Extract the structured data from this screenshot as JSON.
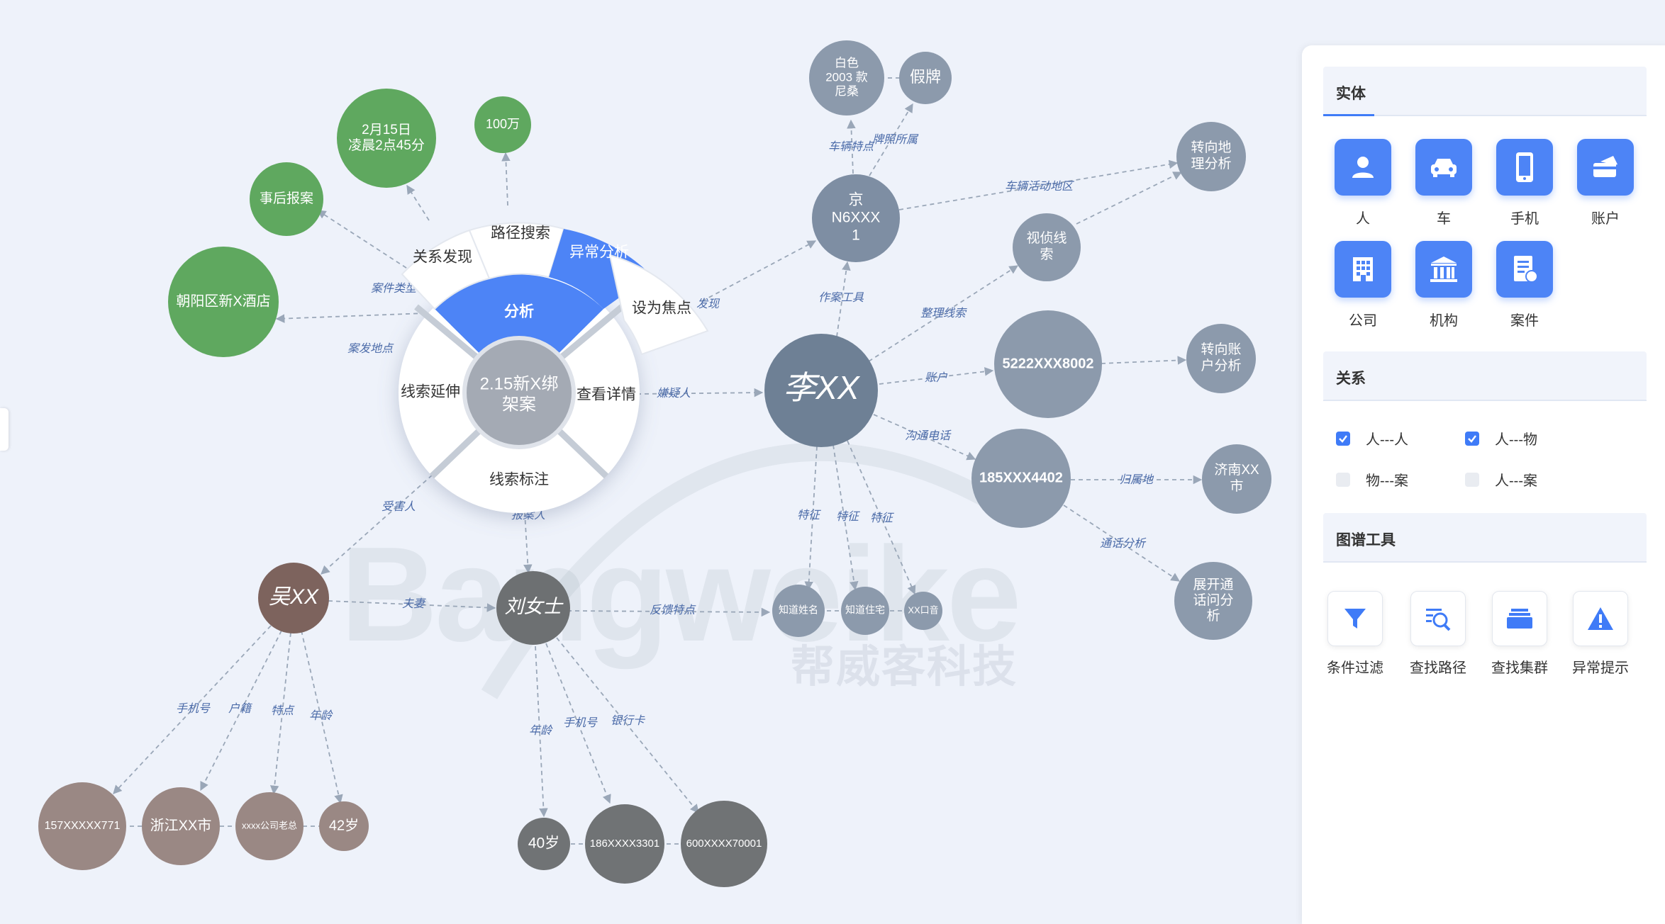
{
  "graph": {
    "center_label_line1": "2.15新X绑",
    "center_label_line2": "架案",
    "radial_menu": {
      "analysis": "分析",
      "clue_extend": "线索延伸",
      "view_detail": "查看详情",
      "clue_mark": "线索标注",
      "relation_discover": "关系发现",
      "path_search": "路径搜索",
      "anomaly_analysis": "异常分析",
      "set_focus": "设为焦点"
    },
    "nodes": {
      "hotel": "朝阳区新X酒店",
      "report": "事后报案",
      "time_line1": "2月15日",
      "time_line2": "凌晨2点45分",
      "amount": "100万",
      "car_color_l1": "白色",
      "car_color_l2": "2003 款",
      "car_color_l3": "尼桑",
      "fake_plate": "假牌",
      "plate_l1": "京",
      "plate_l2": "N6XXX",
      "plate_l3": "1",
      "geo_analysis_l1": "转向地",
      "geo_analysis_l2": "理分析",
      "video_clue_l1": "视侦线",
      "video_clue_l2": "索",
      "li": "李XX",
      "account": "5222XXX8002",
      "account_analysis_l1": "转向账",
      "account_analysis_l2": "户分析",
      "phone": "185XXX4402",
      "jinan_l1": "济南XX",
      "jinan_l2": "市",
      "call_analysis_l1": "展开通",
      "call_analysis_l2": "话问分",
      "call_analysis_l3": "析",
      "know_name": "知道姓名",
      "know_home": "知道住宅",
      "accent": "XX口音",
      "wu": "吴XX",
      "liu": "刘女士",
      "wu_phone": "157XXXXX771",
      "wu_hometown": "浙江XX市",
      "wu_job": "xxxx公司老总",
      "wu_age": "42岁",
      "liu_age": "40岁",
      "liu_phone": "186XXXX3301",
      "liu_card": "600XXXX70001"
    },
    "edges": {
      "case_type": "案件类型",
      "case_place": "案发地点",
      "discover": "发现",
      "car_feature": "车辆特点",
      "plate_owner": "牌照所属",
      "car_area": "车辆活动地区",
      "crime_tool": "作案工具",
      "clue_arrange": "整理线索",
      "suspect": "嫌疑人",
      "acct": "账户",
      "comm_phone": "沟通电话",
      "belong": "归属地",
      "call_analysis": "通话分析",
      "feat1": "特征",
      "feat2": "特征",
      "feat3": "特征",
      "feedback": "反馈特点",
      "victim": "受害人",
      "reporter": "报案人",
      "spouse": "夫妻",
      "wu_e1": "手机号",
      "wu_e2": "户籍",
      "wu_e3": "特点",
      "wu_e4": "年龄",
      "liu_e1": "年龄",
      "liu_e2": "手机号",
      "liu_e3": "银行卡"
    }
  },
  "watermark": {
    "brand": "Bangweike",
    "brand_cn": "帮威客科技"
  },
  "panel": {
    "entity_title": "实体",
    "entities": [
      {
        "label": "人",
        "icon": "person-icon"
      },
      {
        "label": "车",
        "icon": "car-icon"
      },
      {
        "label": "手机",
        "icon": "phone-icon"
      },
      {
        "label": "账户",
        "icon": "account-card-icon"
      },
      {
        "label": "公司",
        "icon": "company-building-icon"
      },
      {
        "label": "机构",
        "icon": "institution-icon"
      },
      {
        "label": "案件",
        "icon": "case-file-icon"
      }
    ],
    "relation_title": "关系",
    "relations": [
      {
        "label": "人---人",
        "checked": true
      },
      {
        "label": "人---物",
        "checked": true
      },
      {
        "label": "物---案",
        "checked": false
      },
      {
        "label": "人---案",
        "checked": false
      }
    ],
    "tools_title": "图谱工具",
    "tools": [
      {
        "label": "条件过滤",
        "icon": "filter-icon"
      },
      {
        "label": "查找路径",
        "icon": "path-search-icon"
      },
      {
        "label": "查找集群",
        "icon": "cluster-icon"
      },
      {
        "label": "异常提示",
        "icon": "warning-icon"
      }
    ],
    "accent_color": "#4d84f6"
  }
}
